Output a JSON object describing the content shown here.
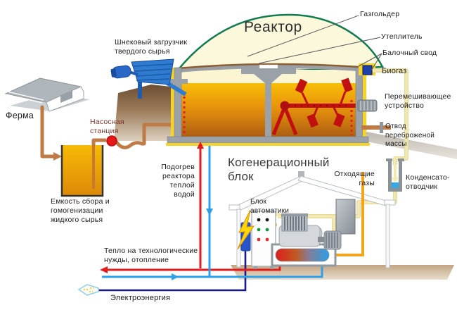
{
  "labels": {
    "reactor": "Реактор",
    "gasholder": "Газгольдер",
    "insulation": "Утеплитель",
    "beam_vault": "Балочный свод",
    "biogas": "Биогаз",
    "mixer": "Перемешивающее\nустройство",
    "digestate_outlet": "Отвод переброженой\nмассы",
    "screw_loader": "Шнековый загрузчик\nтвердого сырья",
    "farm": "Ферма",
    "pump_station": "Насосная\nстанция",
    "collection_tank": "Емкость сбора и\nгомогенизации\nжидкого сырья",
    "reactor_heating": "Подогрев\nреактора\nтеплой\nводой",
    "cogeneration_unit": "Когенерационный\nблок",
    "automation_unit": "Блок\nавтоматики",
    "exhaust_gases": "Отходящие\nгазы",
    "condensate_trap": "Конденсато-\nотводчик",
    "heat_supply": "Тепло на технологические\nнужды, отопление",
    "electricity": "Электроэнергия"
  },
  "colors": {
    "hot_water": "#e61a1a",
    "cold_water": "#2f9fe8",
    "electricity": "#1a1a8c",
    "biogas_pipe": "#f3e9b2",
    "exhaust_pipe": "#f2a41c",
    "substrate_pipe": "#be7b46",
    "substrate": "#e8930c",
    "mixer": "#c01010",
    "loader": "#2e7bd0",
    "dome_outline": "#0f7b4f"
  }
}
